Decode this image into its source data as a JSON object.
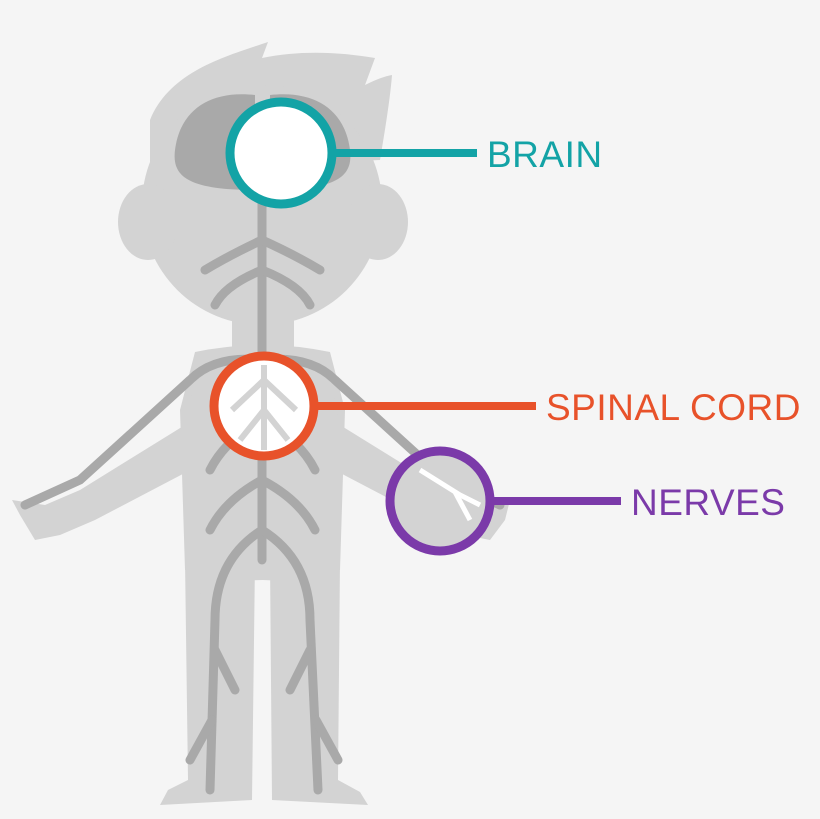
{
  "labels": {
    "brain": "BRAIN",
    "spinal_cord": "SPINAL CORD",
    "nerves": "NERVES"
  },
  "colors": {
    "background": "#f5f5f5",
    "body": "#d3d3d3",
    "nerve": "#a9a9a9",
    "brain": "#13a3a6",
    "spinal_cord": "#e8522a",
    "nerves": "#7b3aa9"
  }
}
